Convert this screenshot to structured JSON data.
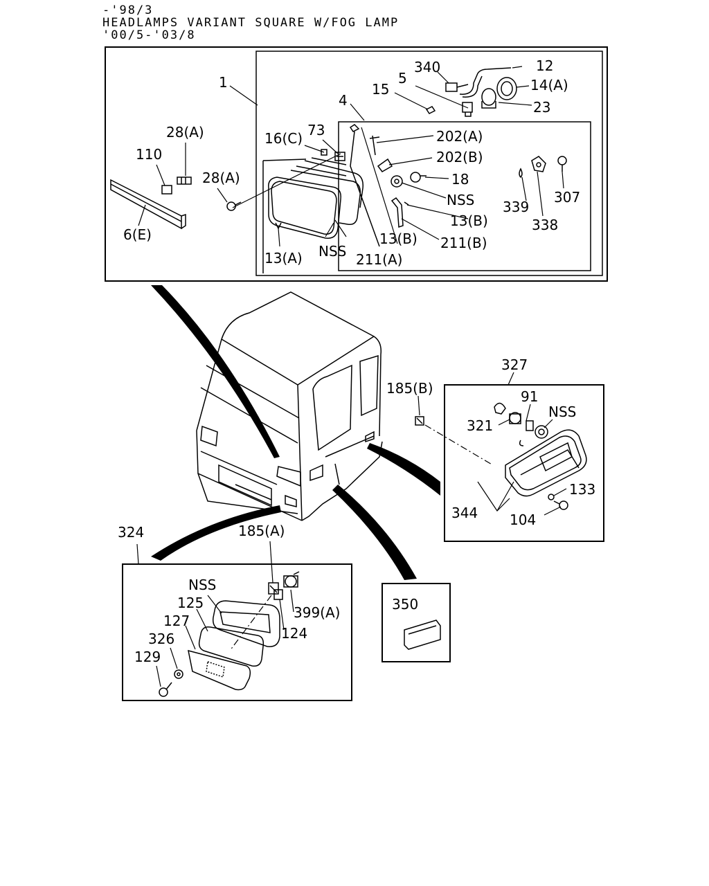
{
  "header": {
    "line1": "-'98/3",
    "line2": "HEADLAMPS VARIANT SQUARE W/FOG LAMP",
    "line3": "'00/5-'03/8"
  },
  "callouts": {
    "c1": "1",
    "c4": "4",
    "c5": "5",
    "c340": "340",
    "c12": "12",
    "c14a": "14(A)",
    "c23": "23",
    "c15": "15",
    "c202a": "202(A)",
    "c202b": "202(B)",
    "c18": "18",
    "nss_head_right": "NSS",
    "c13b_right": "13(B)",
    "c211b": "211(B)",
    "c13b_mid": "13(B)",
    "c211a": "211(A)",
    "nss_head_mid": "NSS",
    "c13a": "13(A)",
    "c16c": "16(C)",
    "c73": "73",
    "c28a_top": "28(A)",
    "c28a_mid": "28(A)",
    "c110": "110",
    "c6e": "6(E)",
    "c339": "339",
    "c338": "338",
    "c307": "307",
    "c327": "327",
    "c185b": "185(B)",
    "c91": "91",
    "nss_side": "NSS",
    "c321": "321",
    "c344": "344",
    "c104": "104",
    "c133": "133",
    "c324": "324",
    "c185a": "185(A)",
    "nss_fog": "NSS",
    "c125": "125",
    "c127": "127",
    "c326": "326",
    "c129": "129",
    "c399a": "399(A)",
    "c124": "124",
    "c350": "350"
  }
}
